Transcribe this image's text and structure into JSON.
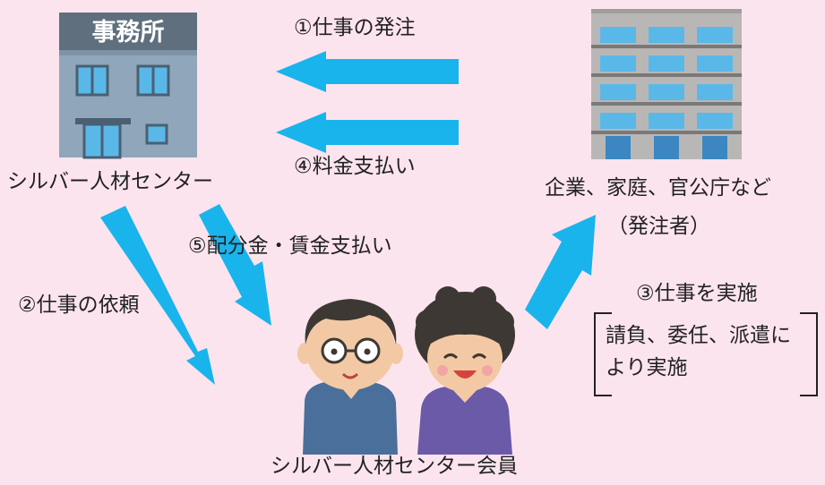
{
  "office": {
    "sign_text": "事務所",
    "label": "シルバー人材センター"
  },
  "client": {
    "label": "企業、家庭、官公庁など",
    "sublabel": "（発注者）"
  },
  "members": {
    "label": "シルバー人材センター会員"
  },
  "steps": {
    "step1": "①仕事の発注",
    "step2": "②仕事の依頼",
    "step3": "③仕事を実施",
    "step3_detail_line1": "請負、委任、派遣に",
    "step3_detail_line2": "より実施",
    "step4": "④料金支払い",
    "step5": "⑤配分金・賃金支払い"
  },
  "colors": {
    "background": "#fce4ef",
    "arrow": "#19b4eb",
    "building_office": "#8fa6bb",
    "building_client": "#b9b7b5",
    "window_blue": "#5ab8e9"
  },
  "icons": [
    "office-building-icon",
    "apartment-building-icon",
    "man-icon",
    "woman-icon",
    "arrow-icon"
  ]
}
